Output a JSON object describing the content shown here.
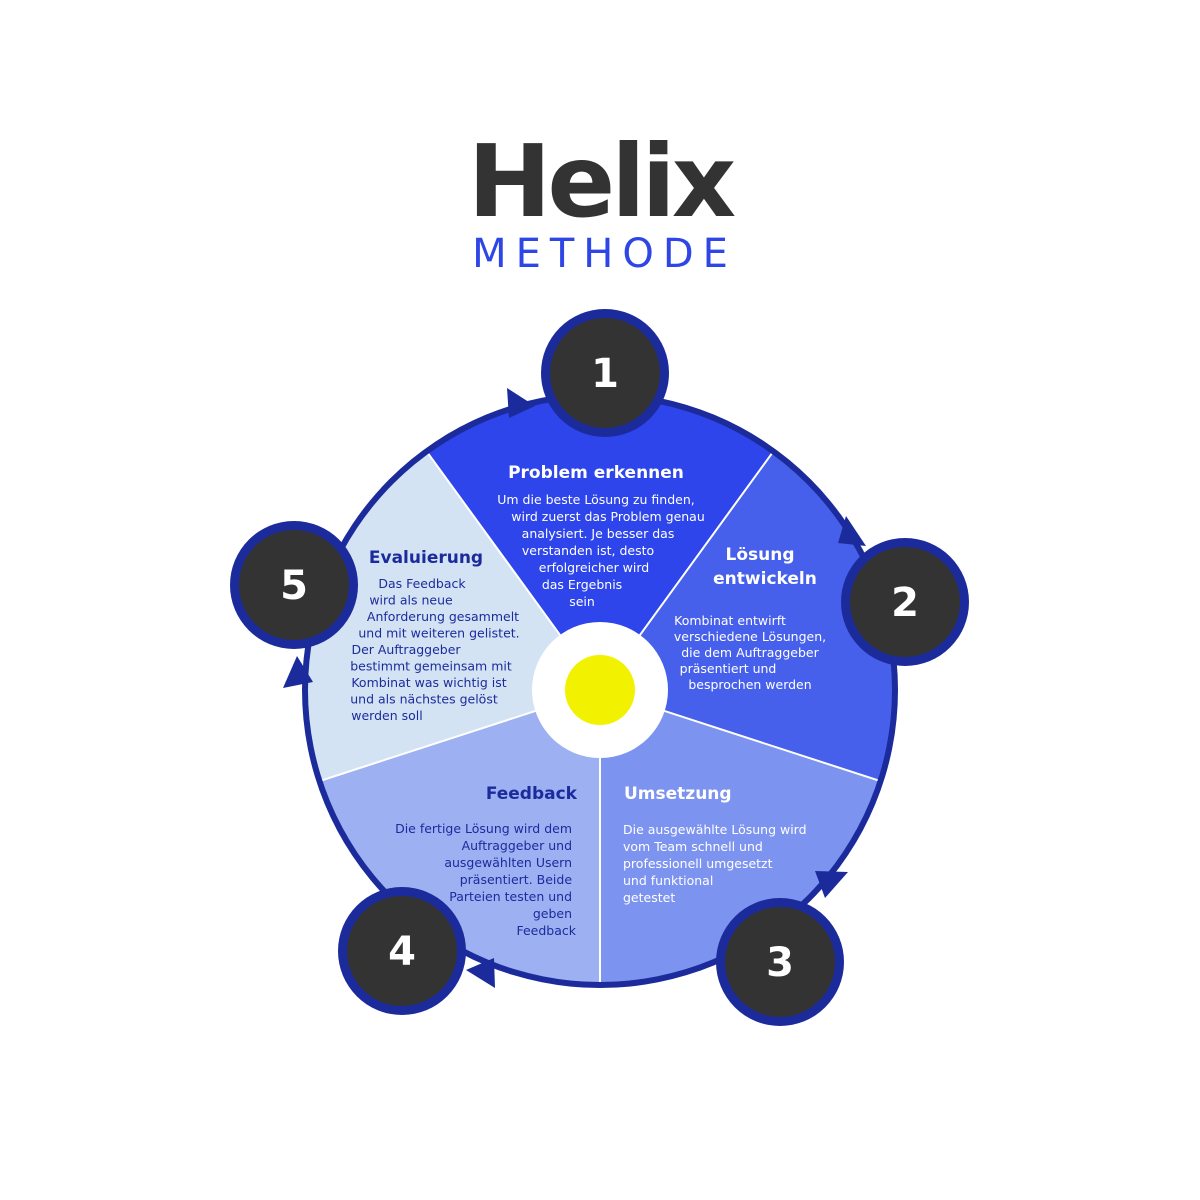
{
  "header": {
    "title": "Helix",
    "subtitle": "METHODE"
  },
  "colors": {
    "ring": "#1c2b9c",
    "seg1": "#2d45ea",
    "seg2": "#4660ec",
    "seg3": "#7d93f0",
    "seg4": "#9cb0f2",
    "seg5": "#d3e3f4",
    "badge": "#333333",
    "center_dot": "#f2f200",
    "title_dark": "#333333",
    "title_accent": "#2e46e6"
  },
  "steps": [
    {
      "number": "1",
      "title": [
        "Problem erkennen"
      ],
      "body": [
        "Um die beste Lösung zu finden,",
        "wird zuerst das Problem genau",
        "analysiert. Je besser das",
        "verstanden ist, desto",
        "erfolgreicher wird",
        "das Ergebnis",
        "sein"
      ]
    },
    {
      "number": "2",
      "title": [
        "Lösung",
        "entwickeln"
      ],
      "body": [
        "Kombinat entwirft",
        "verschiedene Lösungen,",
        "die dem Auftraggeber",
        "präsentiert und",
        "besprochen werden"
      ]
    },
    {
      "number": "3",
      "title": [
        "Umsetzung"
      ],
      "body": [
        "Die ausgewählte Lösung wird",
        "vom Team schnell und",
        "professionell umgesetzt",
        "und funktional",
        "getestet"
      ]
    },
    {
      "number": "4",
      "title": [
        "Feedback"
      ],
      "body": [
        "Die fertige Lösung wird dem",
        "Auftraggeber und",
        "ausgewählten Usern",
        "präsentiert. Beide",
        "Parteien testen und",
        "geben",
        "Feedback"
      ]
    },
    {
      "number": "5",
      "title": [
        "Evaluierung"
      ],
      "body": [
        "Das Feedback",
        "wird als neue",
        "Anforderung gesammelt",
        "und mit weiteren gelistet.",
        "Der Auftraggeber",
        "bestimmt gemeinsam mit",
        "Kombinat was wichtig ist",
        "und als nächstes gelöst",
        "werden soll"
      ]
    }
  ]
}
